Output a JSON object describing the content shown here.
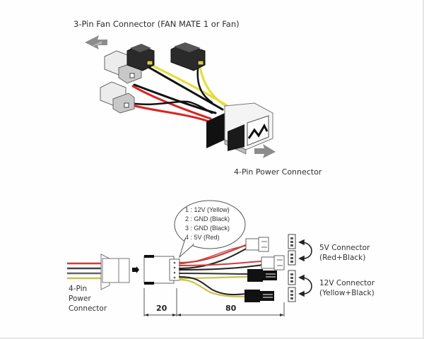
{
  "top_diagram": {
    "title": "3-Pin Fan Connector (FAN MATE 1 or Fan)",
    "power_label": "4-Pin Power Connector",
    "wire_colors": {
      "red": "#d9231f",
      "black": "#111111",
      "yellow": "#e6dc33"
    }
  },
  "bottom_diagram": {
    "pinout": [
      "1 : 12V (Yellow)",
      "2 : GND (Black)",
      "3 : GND (Black)",
      "4 :  5V (Red)"
    ],
    "input_label": [
      "4-Pin",
      "Power",
      "Connector"
    ],
    "connector_5v": [
      "5V Connector",
      "(Red+Black)"
    ],
    "connector_12v": [
      "12V Connector",
      "(Yellow+Black)"
    ],
    "dimensions": {
      "connector_length": "20",
      "cable_length": "80"
    },
    "wire_colors": {
      "red": "#c8403c",
      "black": "#333333",
      "yellow": "#c9c24a",
      "gray": "#6b6b6b"
    }
  }
}
